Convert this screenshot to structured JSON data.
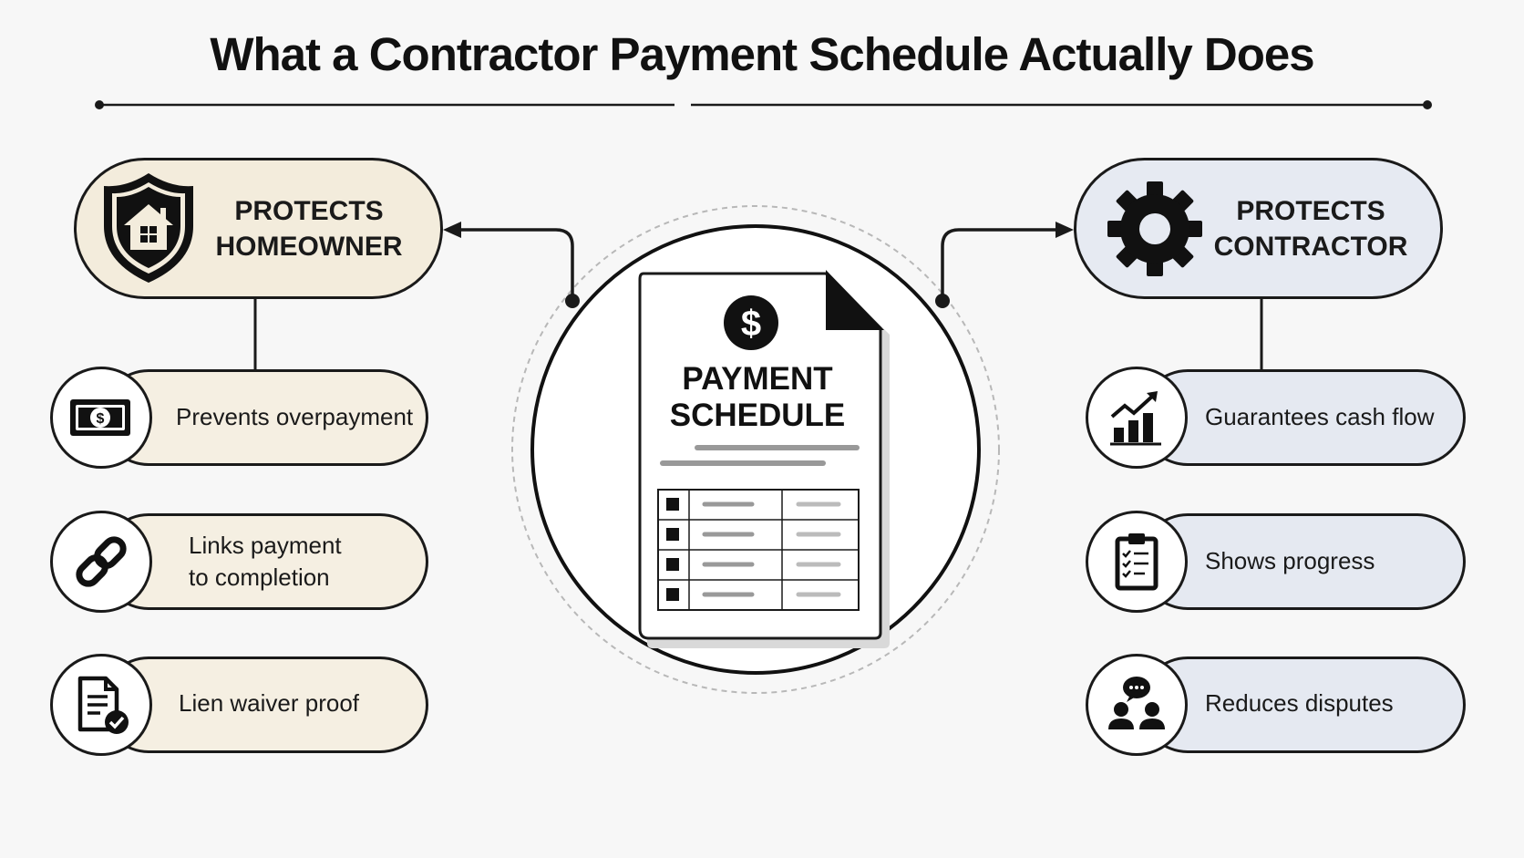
{
  "title": "What a Contractor Payment Schedule Actually Does",
  "center": {
    "label": "PAYMENT SCHEDULE",
    "line1": "PAYMENT",
    "line2": "SCHEDULE",
    "icon": "dollar-coin-icon"
  },
  "left": {
    "header": {
      "line1": "PROTECTS",
      "line2": "HOMEOWNER",
      "icon": "shield-house-icon"
    },
    "items": [
      {
        "icon": "cash-bill-icon",
        "lines": [
          "Prevents overpayment"
        ]
      },
      {
        "icon": "chain-link-icon",
        "lines": [
          "Links payment",
          "to completion"
        ]
      },
      {
        "icon": "document-check-icon",
        "lines": [
          "Lien waiver proof"
        ]
      }
    ]
  },
  "right": {
    "header": {
      "line1": "PROTECTS",
      "line2": "CONTRACTOR",
      "icon": "gear-icon"
    },
    "items": [
      {
        "icon": "growth-chart-icon",
        "lines": [
          "Guarantees cash flow"
        ]
      },
      {
        "icon": "clipboard-checklist-icon",
        "lines": [
          "Shows progress"
        ]
      },
      {
        "icon": "people-chat-icon",
        "lines": [
          "Reduces disputes"
        ]
      }
    ]
  },
  "colors": {
    "homeowner_fill": "#f3ecdc",
    "contractor_fill": "#e6eaf2",
    "outline": "#1a1a1a",
    "background": "#f7f7f7"
  }
}
